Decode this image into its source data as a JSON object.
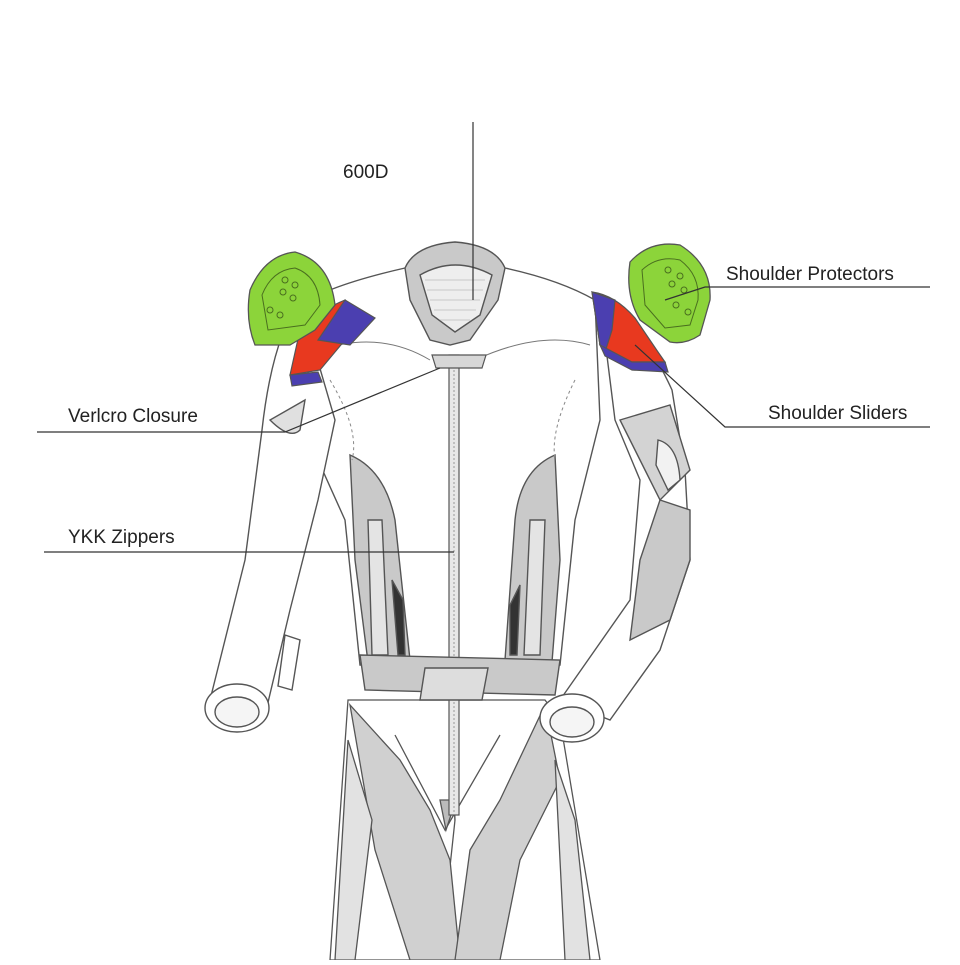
{
  "labels": {
    "fabric": "600D",
    "shoulder_protectors": "Shoulder Protectors",
    "velcro_closure": "Verlcro Closure",
    "shoulder_sliders": "Shoulder Sliders",
    "ykk_zippers": "YKK Zippers"
  },
  "colors": {
    "protector_green": "#8cd43a",
    "slider_red": "#e8391f",
    "slider_blue": "#4b3fb0",
    "panel_gray": "#c9c9c9",
    "light_gray": "#dedede",
    "outline": "#555555"
  }
}
